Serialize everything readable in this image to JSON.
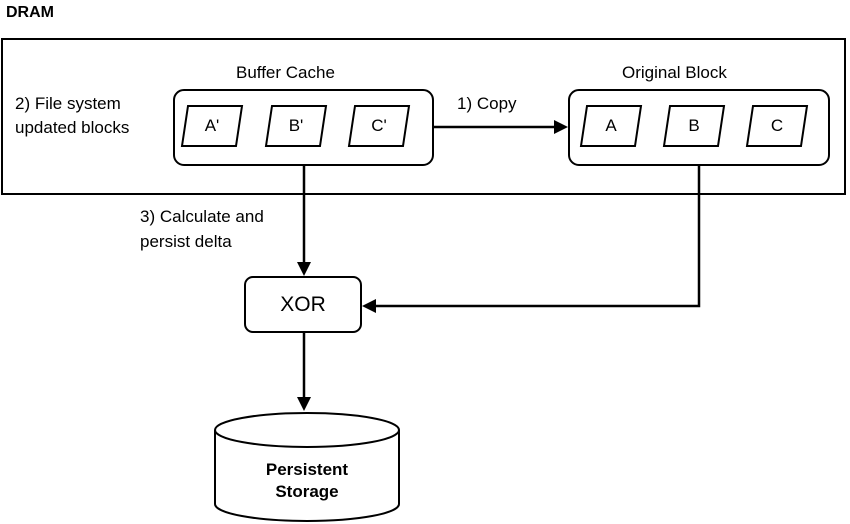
{
  "dram": {
    "title": "DRAM"
  },
  "buffer_cache": {
    "title": "Buffer Cache",
    "blocks": [
      "A'",
      "B'",
      "C'"
    ]
  },
  "original_block": {
    "title": "Original Block",
    "blocks": [
      "A",
      "B",
      "C"
    ]
  },
  "steps": {
    "file_system_line1": "2) File system",
    "file_system_line2": "updated blocks",
    "copy": "1) Copy",
    "calc_line1": "3) Calculate and",
    "calc_line2": "persist delta"
  },
  "xor": {
    "label": "XOR"
  },
  "storage": {
    "label": "Persistent\nStorage"
  }
}
